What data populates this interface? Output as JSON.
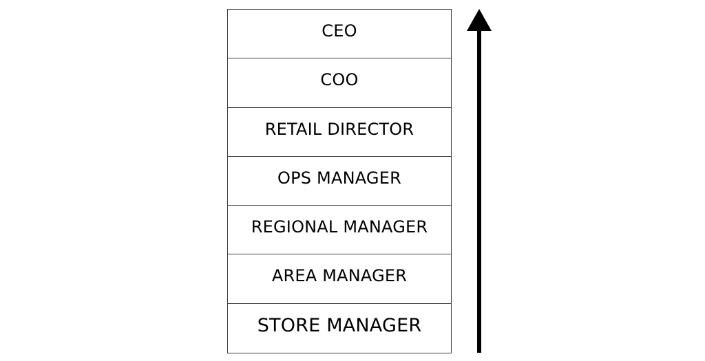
{
  "diagram": {
    "type": "hierarchy-stack",
    "direction": "bottom-to-top",
    "levels": [
      {
        "label": "CEO"
      },
      {
        "label": "COO"
      },
      {
        "label": "RETAIL DIRECTOR"
      },
      {
        "label": "OPS MANAGER"
      },
      {
        "label": "REGIONAL MANAGER"
      },
      {
        "label": "AREA MANAGER"
      },
      {
        "label": "STORE MANAGER"
      }
    ],
    "arrow": {
      "direction": "up",
      "color": "#000000"
    },
    "colors": {
      "border": "#3a3a3a",
      "text": "#000000",
      "background": "#ffffff"
    }
  }
}
